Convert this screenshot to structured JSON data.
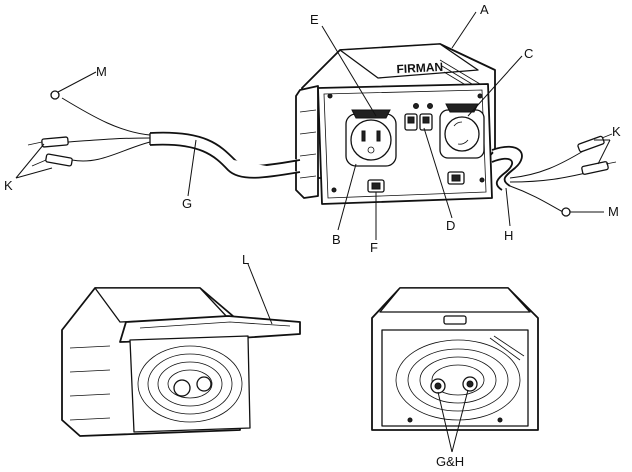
{
  "brand_text": "FIRMAN",
  "callouts": {
    "A": "A",
    "B": "B",
    "C": "C",
    "D": "D",
    "E": "E",
    "F": "F",
    "G": "G",
    "H": "H",
    "K_left": "K",
    "K_right": "K",
    "M_left": "M",
    "M_right": "M",
    "L": "L",
    "GH": "G&H"
  }
}
